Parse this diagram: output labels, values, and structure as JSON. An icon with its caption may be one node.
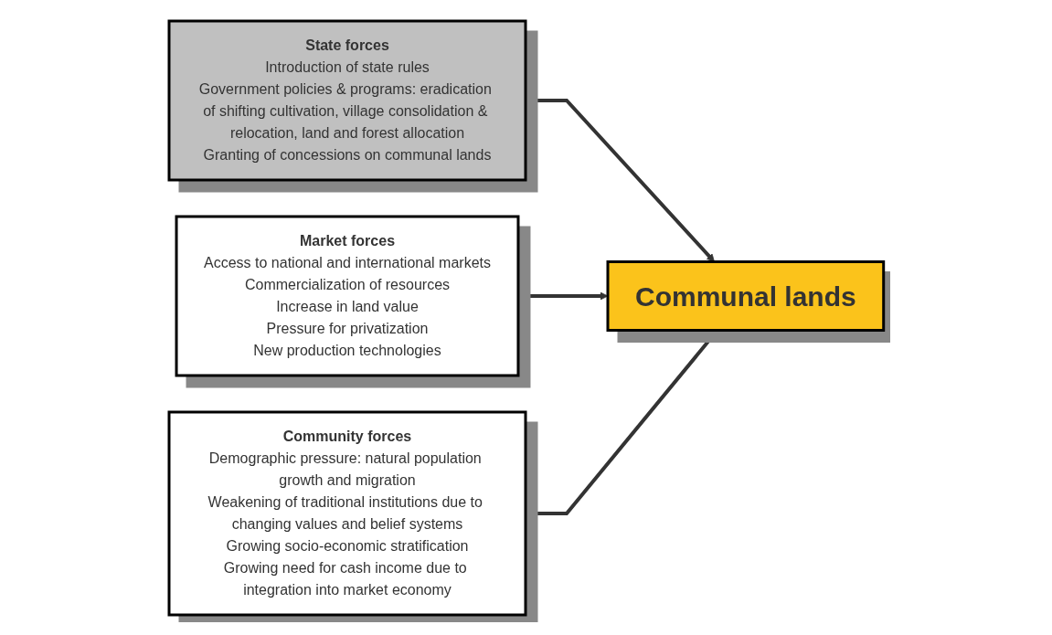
{
  "diagram": {
    "nodes": [
      {
        "text": [
          "State forces",
          "Introduction of state rules",
          "Government policies & programs: eradication of shifting cultivation, village consolidation & relocation, land and forest allocation",
          "Granting of concessions on communal lands"
        ]
      },
      {
        "text": [
          "Communal lands"
        ]
      },
      {
        "text": [
          "Market forces",
          "Access to national and international markets",
          "Commercialization of resources",
          "Increase in land value",
          "Pressure for privatization",
          "New production technologies"
        ]
      },
      {
        "text": [
          "Community forces",
          "Demographic pressure: natural population growth and migration",
          "Weakening of traditional institutions due to changing values and belief systems",
          "Growing socio-economic stratification",
          "Growing need for cash income due to integration into market economy"
        ]
      }
    ],
    "edges": [
      {
        "from": 0,
        "to": 1,
        "arrow": "to"
      },
      {
        "from": 2,
        "to": 1,
        "arrow": "to"
      },
      {
        "from": 3,
        "to": 1,
        "arrow": "to"
      }
    ]
  }
}
